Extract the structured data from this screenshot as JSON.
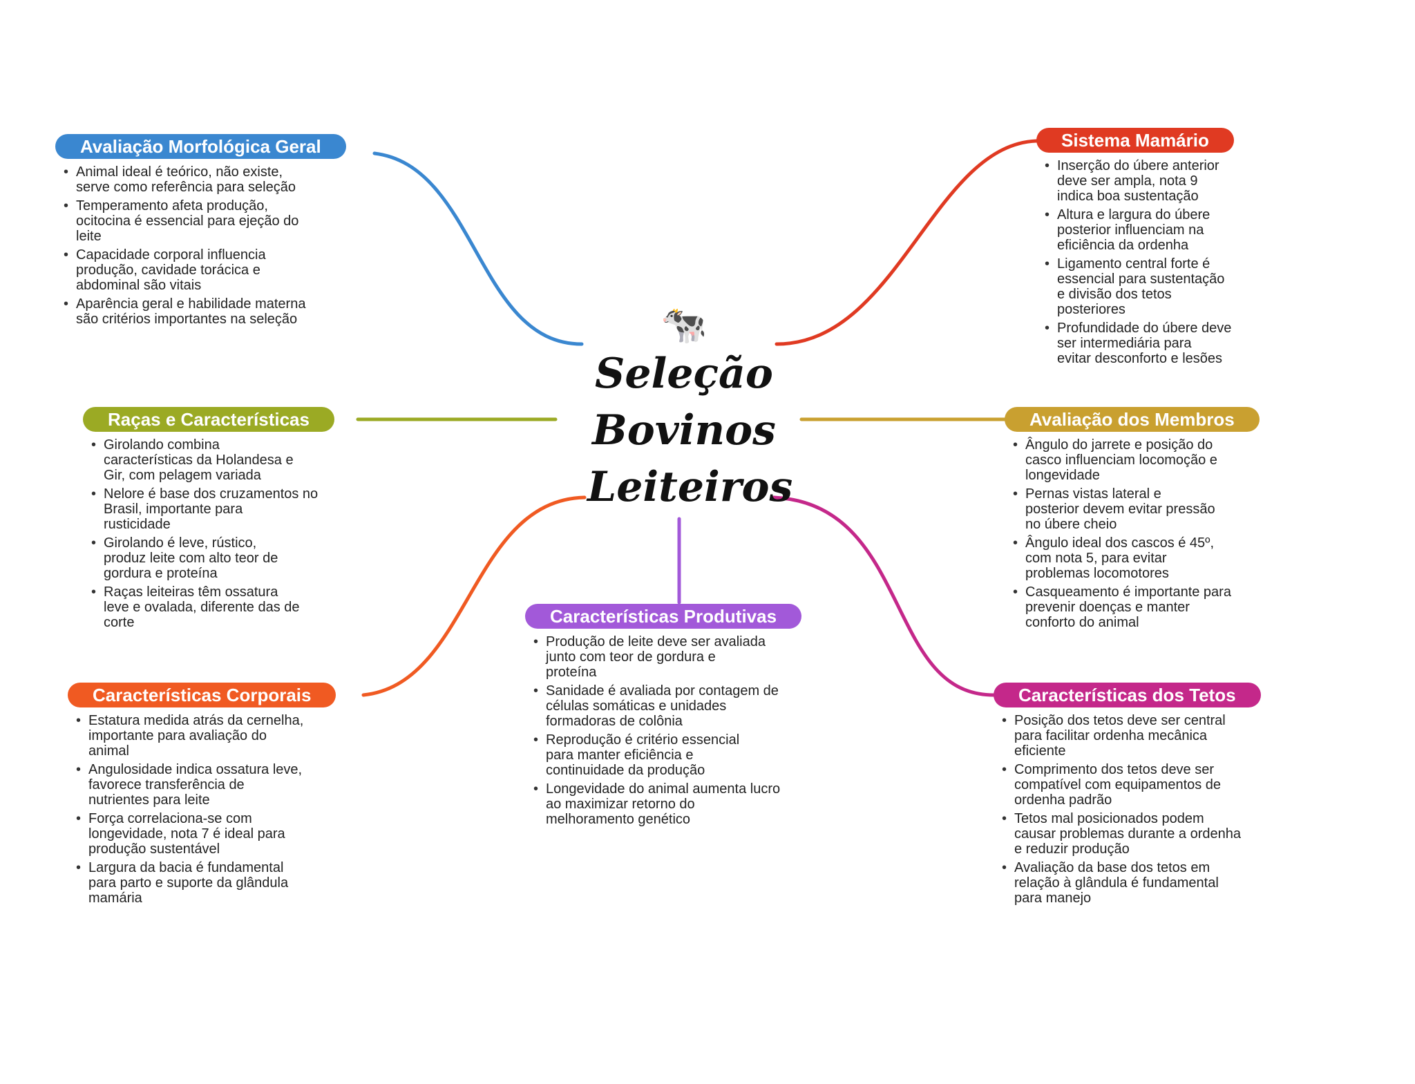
{
  "center": {
    "icon": "cow-icon",
    "title_lines": [
      "Seleção",
      "Bovinos",
      "Leiteiros"
    ]
  },
  "topics": [
    {
      "id": "morfologica",
      "title": "Avaliação Morfológica Geral",
      "color": "#3A87D0",
      "bullets": [
        "Animal ideal é teórico, não existe,\nserve como referência para seleção",
        "Temperamento afeta produção,\nocitocina é essencial para ejeção do\nleite",
        "Capacidade corporal influencia\nprodução, cavidade torácica e\nabdominal são vitais",
        "Aparência geral e habilidade materna\nsão critérios importantes na seleção"
      ]
    },
    {
      "id": "racas",
      "title": "Raças e Características",
      "color": "#9BAA24",
      "bullets": [
        "Girolando combina\ncaracterísticas da Holandesa e\nGir, com pelagem variada",
        "Nelore é base dos cruzamentos no\nBrasil, importante para\nrusticidade",
        "Girolando é leve, rústico,\nproduz leite com alto teor de\ngordura e proteína",
        "Raças leiteiras têm ossatura\nleve e ovalada, diferente das de\ncorte"
      ]
    },
    {
      "id": "corporais",
      "title": "Características Corporais",
      "color": "#F05A22",
      "bullets": [
        "Estatura medida atrás da cernelha,\nimportante para avaliação do\nanimal",
        "Angulosidade indica ossatura leve,\nfavorece transferência de\nnutrientes para leite",
        "Força correlaciona-se com\nlongevidade, nota 7 é ideal para\nprodução sustentável",
        "Largura da bacia é fundamental\npara parto e suporte da glândula\nmamária"
      ]
    },
    {
      "id": "produtivas",
      "title": "Características Produtivas",
      "color": "#A259D9",
      "bullets": [
        "Produção de leite deve ser avaliada\njunto com teor de gordura e\nproteína",
        "Sanidade é avaliada por contagem de\ncélulas somáticas e unidades\nformadoras de colônia",
        "Reprodução é critério essencial\npara manter eficiência e\ncontinuidade da produção",
        "Longevidade do animal aumenta lucro\nao maximizar retorno do\nmelhoramento genético"
      ]
    },
    {
      "id": "mamario",
      "title": "Sistema Mamário",
      "color": "#E03A22",
      "bullets": [
        "Inserção do úbere anterior\ndeve ser ampla, nota 9\nindica boa sustentação",
        "Altura e largura do úbere\nposterior influenciam na\neficiência da ordenha",
        "Ligamento central forte é\nessencial para sustentação\ne divisão dos tetos\nposteriores",
        "Profundidade do úbere deve\nser intermediária para\nevitar desconforto e lesões"
      ]
    },
    {
      "id": "membros",
      "title": "Avaliação dos Membros",
      "color": "#C9A030",
      "bullets": [
        "Ângulo do jarrete e posição do\ncasco influenciam locomoção e\nlongevidade",
        "Pernas vistas lateral e\nposterior devem evitar pressão\nno úbere cheio",
        "Ângulo ideal dos cascos é 45º,\ncom nota 5, para evitar\nproblemas locomotores",
        "Casqueamento é importante para\nprevenir doenças e manter\nconforto do animal"
      ]
    },
    {
      "id": "tetos",
      "title": "Características dos Tetos",
      "color": "#C4288A",
      "bullets": [
        "Posição dos tetos deve ser central\npara facilitar ordenha mecânica\neficiente",
        "Comprimento dos tetos deve ser\ncompatível com equipamentos de\nordenha padrão",
        "Tetos mal posicionados podem\ncausar problemas durante a ordenha\ne reduzir produção",
        "Avaliação da base dos tetos em\nrelação à glândula é fundamental\npara manejo"
      ]
    }
  ]
}
